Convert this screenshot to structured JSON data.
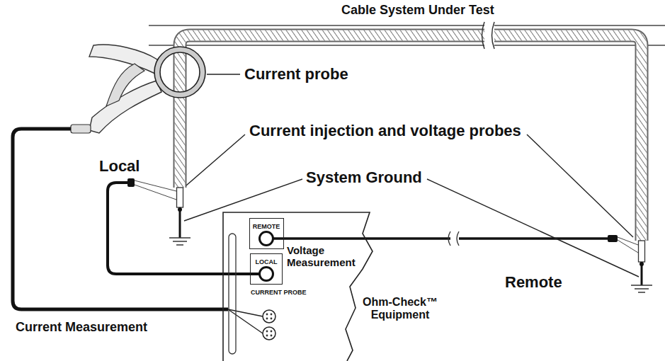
{
  "diagram": {
    "title": "Cable System Under Test",
    "nodes": [
      {
        "text": [
          "Ohm-Check™ Equipment"
        ]
      },
      {
        "text": [
          "REMOTE"
        ],
        "in": 0
      },
      {
        "text": [
          "LOCAL"
        ],
        "in": 0
      }
    ],
    "labels": [
      "Current probe",
      "Current injection and voltage probes",
      "Local",
      "System Ground",
      "Voltage Measurement",
      "CURRENT PROBE",
      "Remote",
      "Current Measurement"
    ]
  }
}
